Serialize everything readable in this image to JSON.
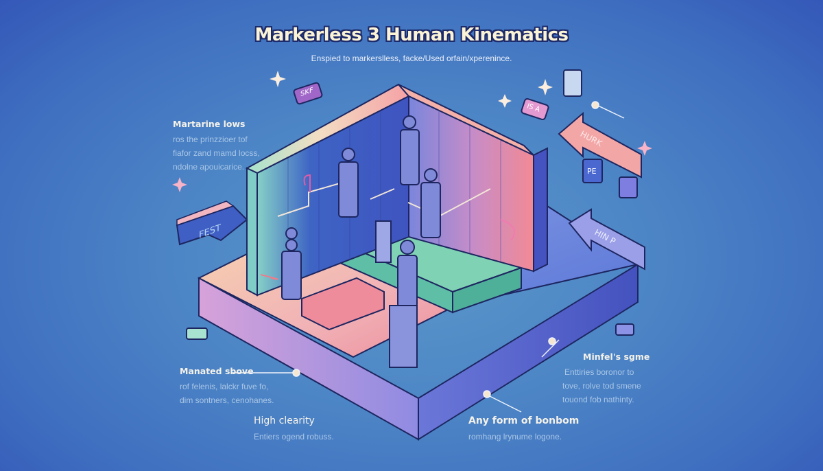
{
  "header": {
    "title": "Markerless 3 Human Kinematics",
    "subtitle": "Enspied to markerslless, facke/Used orfain/xperenince."
  },
  "annotations": [
    {
      "id": "top-left",
      "heading": "Martarine lows",
      "lines": [
        "ros the prinzzioer tof",
        "fiafor zand mamd locss,",
        "ndolne apouicarice."
      ]
    },
    {
      "id": "bottom-left",
      "heading": "Manated sbove",
      "lines": [
        "rof felenis, lalckr fuve fo,",
        "dim sontners, cenohanes."
      ]
    },
    {
      "id": "bottom-center-left",
      "heading": "High clearity",
      "lines": [
        "Entiers ogend robuss."
      ]
    },
    {
      "id": "bottom-center-right",
      "heading": "Any form of bonbom",
      "lines": [
        "romhang lrynume logone."
      ]
    },
    {
      "id": "bottom-right",
      "heading": "Minfel's sgme",
      "lines": [
        "Enttiries boronor to",
        "tove, rolve tod smene",
        "touond fob nathinty."
      ]
    }
  ],
  "arrow_labels": {
    "left_arrow": "FEST",
    "right_arrow_top": "HURK",
    "right_arrow_bottom": "HIN P",
    "tile_top_left": "SKF",
    "tile_top_right": "IS A",
    "tile_pe": "PE"
  },
  "colors": {
    "background": "#4d86c6",
    "wall_blue": "#3d5fc4",
    "wall_pink": "#ee8a9a",
    "floor_peach": "#f3c2a8",
    "floor_green": "#6fc8a8",
    "floor_purple": "#7f86e0",
    "figure": "#7f8ad8",
    "outline": "#1d2660",
    "title_text": "#fbf3d6"
  }
}
